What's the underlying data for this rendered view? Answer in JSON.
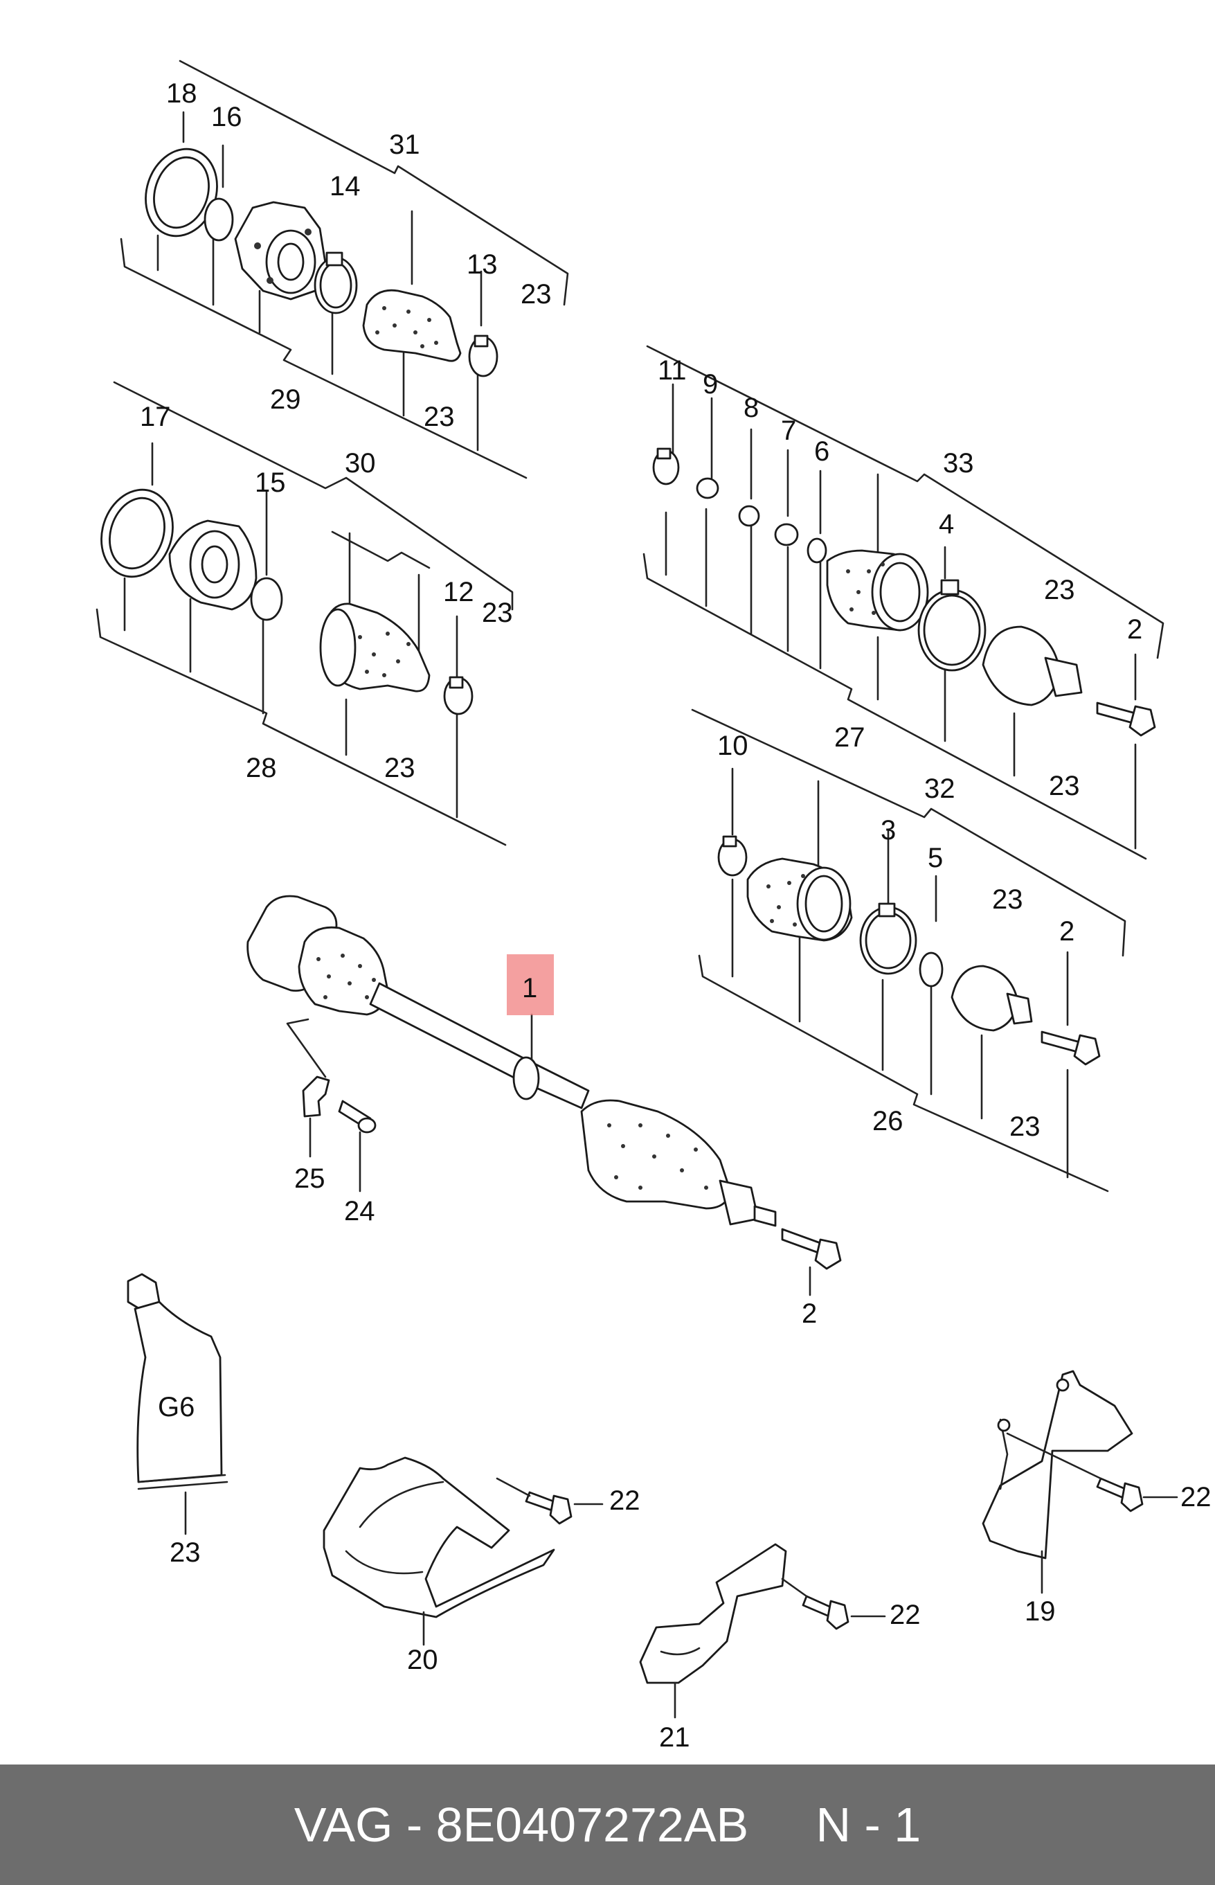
{
  "footer": {
    "text": "VAG - 8E0407272AB     N - 1"
  },
  "highlight": {
    "color": "#f08080",
    "label": "1"
  },
  "callouts": [
    {
      "id": "c18",
      "label": "18"
    },
    {
      "id": "c16",
      "label": "16"
    },
    {
      "id": "c31",
      "label": "31"
    },
    {
      "id": "c14",
      "label": "14"
    },
    {
      "id": "c13",
      "label": "13"
    },
    {
      "id": "c23a",
      "label": "23"
    },
    {
      "id": "c29",
      "label": "29"
    },
    {
      "id": "c23b",
      "label": "23"
    },
    {
      "id": "c17",
      "label": "17"
    },
    {
      "id": "c15",
      "label": "15"
    },
    {
      "id": "c30",
      "label": "30"
    },
    {
      "id": "c12",
      "label": "12"
    },
    {
      "id": "c23c",
      "label": "23"
    },
    {
      "id": "c28",
      "label": "28"
    },
    {
      "id": "c23d",
      "label": "23"
    },
    {
      "id": "c11",
      "label": "11"
    },
    {
      "id": "c9",
      "label": "9"
    },
    {
      "id": "c8",
      "label": "8"
    },
    {
      "id": "c7",
      "label": "7"
    },
    {
      "id": "c6",
      "label": "6"
    },
    {
      "id": "c33",
      "label": "33"
    },
    {
      "id": "c4",
      "label": "4"
    },
    {
      "id": "c23e",
      "label": "23"
    },
    {
      "id": "c2a",
      "label": "2"
    },
    {
      "id": "c27",
      "label": "27"
    },
    {
      "id": "c23f",
      "label": "23"
    },
    {
      "id": "c10",
      "label": "10"
    },
    {
      "id": "c32",
      "label": "32"
    },
    {
      "id": "c3",
      "label": "3"
    },
    {
      "id": "c5",
      "label": "5"
    },
    {
      "id": "c23g",
      "label": "23"
    },
    {
      "id": "c2b",
      "label": "2"
    },
    {
      "id": "c26",
      "label": "26"
    },
    {
      "id": "c23h",
      "label": "23"
    },
    {
      "id": "c25",
      "label": "25"
    },
    {
      "id": "c24",
      "label": "24"
    },
    {
      "id": "c2c",
      "label": "2"
    },
    {
      "id": "c23i",
      "label": "23"
    },
    {
      "id": "c22a",
      "label": "22"
    },
    {
      "id": "c20",
      "label": "20"
    },
    {
      "id": "c22b",
      "label": "22"
    },
    {
      "id": "c21",
      "label": "21"
    },
    {
      "id": "c22c",
      "label": "22"
    },
    {
      "id": "c19",
      "label": "19"
    }
  ],
  "tube_label": "G6"
}
